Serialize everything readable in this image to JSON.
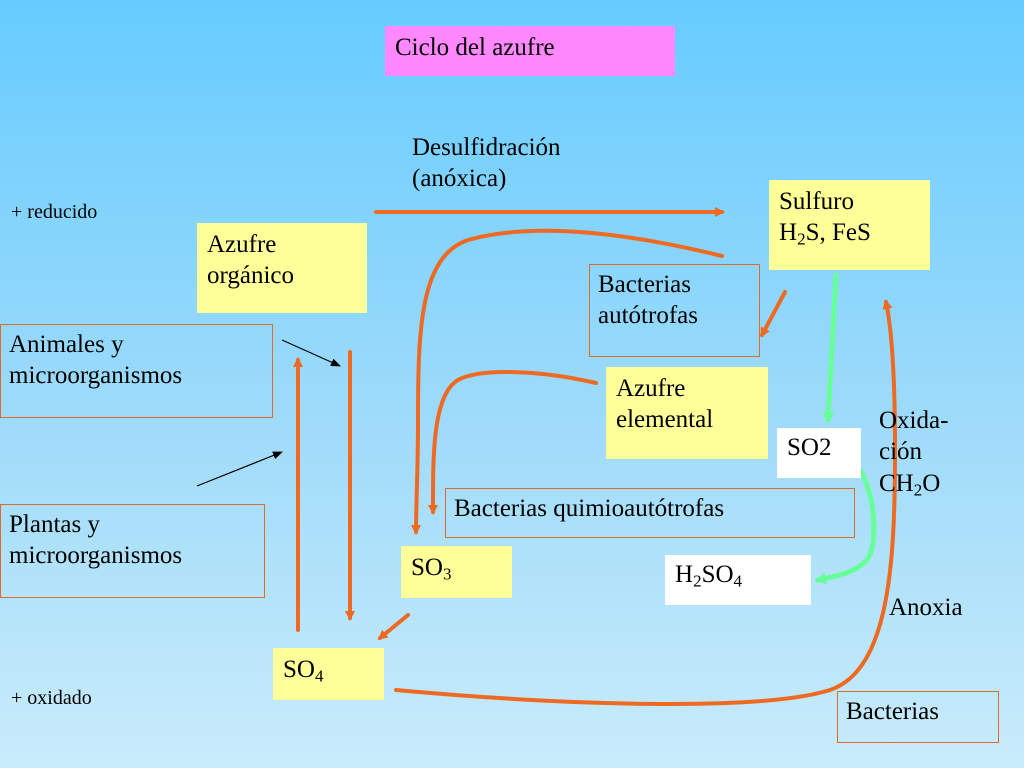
{
  "title": "Ciclo del azufre",
  "labels": {
    "reducido": "+ reducido",
    "oxidado": "+ oxidado",
    "desulfidracion_line1": "Desulfidración",
    "desulfidracion_line2": "(anóxica)",
    "oxidacion_line1": "Oxida-",
    "oxidacion_line2": "ción",
    "oxidacion_line3_main": "CH",
    "oxidacion_line3_sub": "2",
    "oxidacion_line3_tail": "O",
    "anoxia": "Anoxia"
  },
  "boxes": {
    "azufre_organico": {
      "line1": "Azufre",
      "line2": "orgánico"
    },
    "animales": {
      "line1": "Animales y",
      "line2": "microorganismos"
    },
    "plantas": {
      "line1": "Plantas y",
      "line2": "microorganismos"
    },
    "sulfuro": {
      "line1": "Sulfuro",
      "line2_a": "H",
      "line2_sub": "2",
      "line2_b": "S, FeS"
    },
    "bacterias_autotrofas": {
      "line1": "Bacterias",
      "line2": "autótrofas"
    },
    "azufre_elemental": {
      "line1": "Azufre",
      "line2": "elemental"
    },
    "so2": "SO2",
    "bacterias_quimio": "Bacterias quimioautótrofas",
    "so3": {
      "main": "SO",
      "sub": "3"
    },
    "h2so4": {
      "a": "H",
      "sub1": "2",
      "b": "SO",
      "sub2": "4"
    },
    "so4": {
      "main": "SO",
      "sub": "4"
    },
    "bacterias": "Bacterias"
  },
  "colors": {
    "orange_arrow": "#EE6A22",
    "green_arrow": "#66FF99",
    "yellow_box": "#FFFF99",
    "pink_box": "#FF88FF",
    "box_border": "#E06A2A"
  }
}
